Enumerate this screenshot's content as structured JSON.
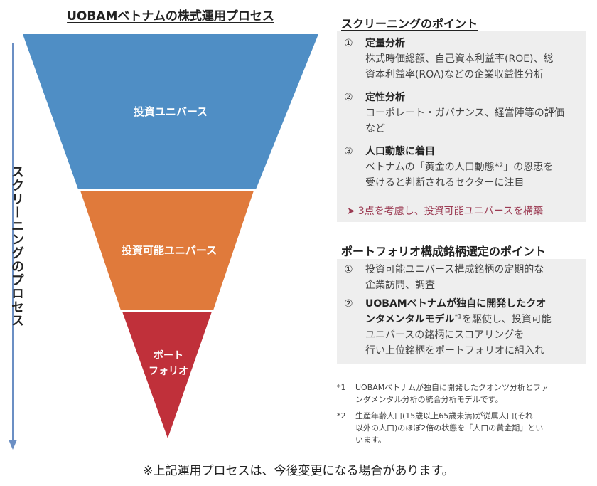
{
  "funnel": {
    "title": "UOBAMベトナムの株式運用プロセス",
    "side_label": "スクリーニングのプロセス",
    "layers": [
      {
        "label_lines": [
          "投資ユニバース"
        ],
        "color": "#4f8ec5"
      },
      {
        "label_lines": [
          "投資可能ユニバース"
        ],
        "color": "#e07a3b"
      },
      {
        "label_lines": [
          "ポート",
          "フォリオ"
        ],
        "color": "#c0303a"
      }
    ],
    "arrow_color": "#6b8fc4"
  },
  "screening": {
    "title": "スクリーニングのポイント",
    "items": [
      {
        "num": "①",
        "head": "定量分析",
        "desc_lines": [
          "株式時価総額、自己資本利益率(ROE)、総",
          "資本利益率(ROA)などの企業収益性分析"
        ]
      },
      {
        "num": "②",
        "head": "定性分析",
        "desc_lines": [
          "コーポレート・ガバナンス、経営陣等の評価",
          "など"
        ]
      },
      {
        "num": "③",
        "head": "人口動態に着目",
        "desc_lines": [
          "ベトナムの「黄金の人口動態*²」の恩恵を",
          "受けると判断されるセクターに注目"
        ]
      }
    ],
    "conclusion_arrow": "➤",
    "conclusion": "3点を考慮し、投資可能ユニバースを構築"
  },
  "portfolio": {
    "title": "ポートフォリオ構成銘柄選定のポイント",
    "item1": {
      "num": "①",
      "lines": [
        "投資可能ユニバース構成銘柄の定期的な",
        "企業訪問、調査"
      ]
    },
    "item2": {
      "num": "②",
      "bold_line1": "UOBAMベトナムが独自に開発したクオ",
      "bold_line2": "ンタメンタルモデル",
      "sup": "*1",
      "line2_rest": "を駆使し、投資可能",
      "line3": "ユニバースの銘柄にスコアリングを",
      "line4": "行い上位銘柄をポートフォリオに組入れ"
    }
  },
  "footnotes": [
    {
      "mark": "*1",
      "lines": [
        "UOBAMベトナムが独自に開発したクオンツ分析とファ",
        "ンダメンタル分析の統合分析モデルです。"
      ]
    },
    {
      "mark": "*2",
      "lines": [
        "生産年齢人口(15歳以上65歳未満)が従属人口(それ",
        "以外の人口)のほぼ2倍の状態を「人口の黄金期」とい",
        "います。"
      ]
    }
  ],
  "bottom_note": "※上記運用プロセスは、今後変更になる場合があります。"
}
